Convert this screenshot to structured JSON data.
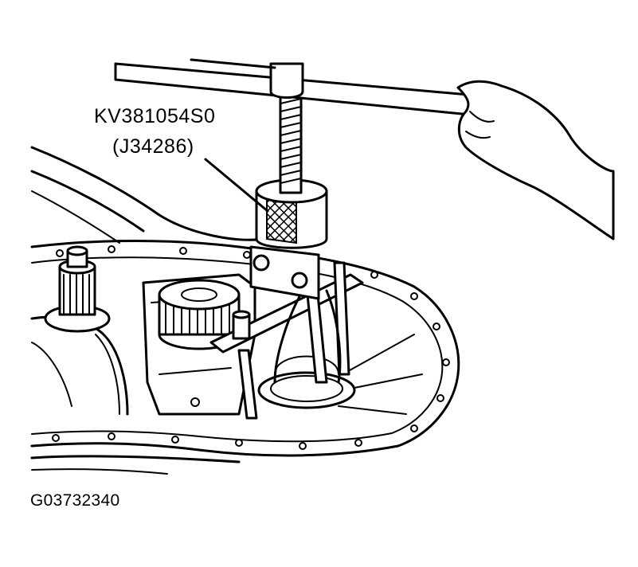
{
  "labels": {
    "tool_number": "KV381054S0",
    "tool_alt_number": "(J34286)",
    "figure_code": "G03732340"
  },
  "colors": {
    "ink": "#000000",
    "paper": "#ffffff"
  }
}
